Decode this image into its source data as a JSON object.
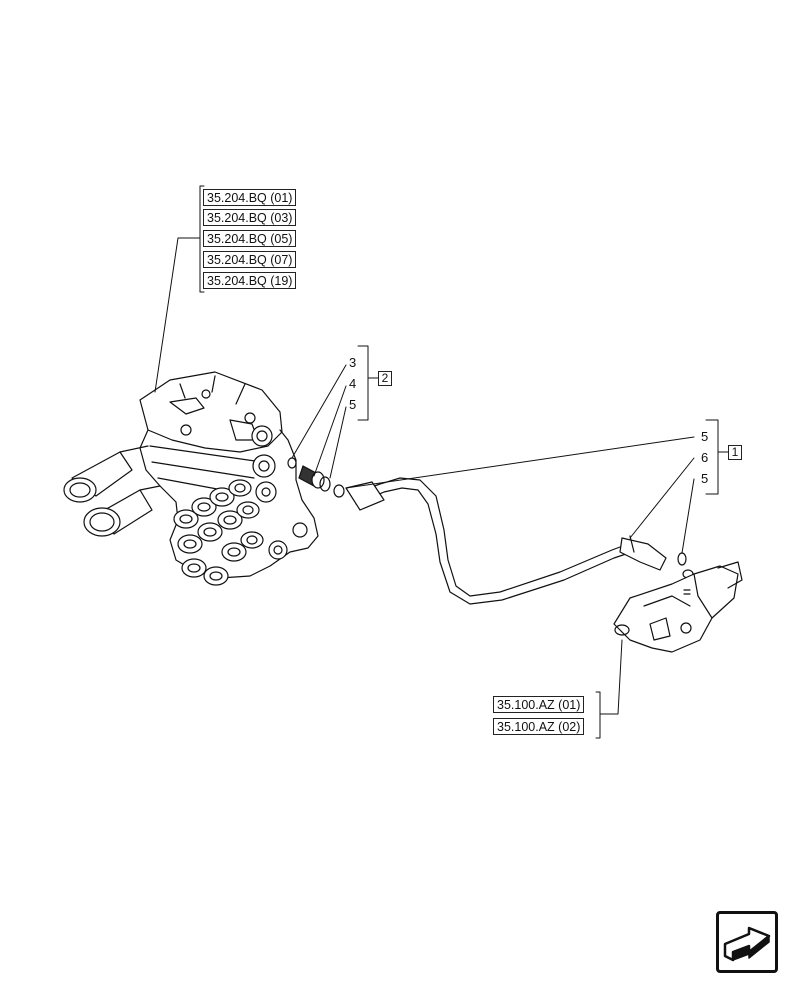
{
  "references_top": [
    "35.204.BQ (01)",
    "35.204.BQ (03)",
    "35.204.BQ (05)",
    "35.204.BQ (07)",
    "35.204.BQ (19)"
  ],
  "references_bottom": [
    "35.100.AZ (01)",
    "35.100.AZ (02)"
  ],
  "callouts_group_2": {
    "items": [
      "3",
      "4",
      "5"
    ],
    "group": "2"
  },
  "callouts_group_1": {
    "items": [
      "5",
      "6",
      "5"
    ],
    "group": "1"
  },
  "icons": {
    "nav": "next-page-arrow-icon"
  }
}
